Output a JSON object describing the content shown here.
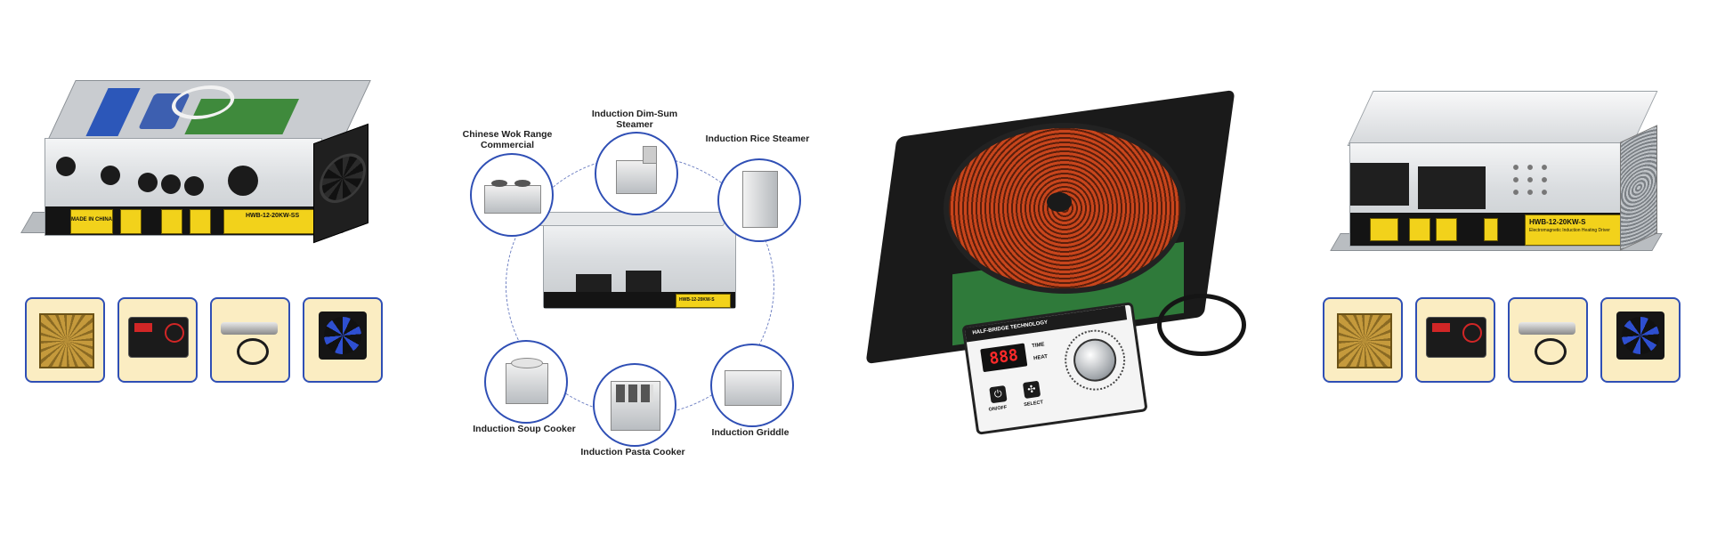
{
  "panel1": {
    "box_labels": {
      "made_in": "MADE IN CHINA",
      "model": "HWB-12-20KW-SS"
    },
    "thumbnails": [
      {
        "icon": "induction-coil-icon"
      },
      {
        "icon": "control-display-icon"
      },
      {
        "icon": "sensor-probe-icon"
      },
      {
        "icon": "cooling-fan-icon"
      }
    ]
  },
  "panel2": {
    "center_model": "HWB-12-20KW-S",
    "applications": [
      {
        "label": "Chinese Wok Range Commercial",
        "icon": "wok-range-icon"
      },
      {
        "label": "Induction Dim-Sum Steamer",
        "icon": "dimsum-steamer-icon"
      },
      {
        "label": "Induction Rice Steamer",
        "icon": "rice-steamer-icon"
      },
      {
        "label": "Induction Soup Cooker",
        "icon": "soup-cooker-icon"
      },
      {
        "label": "Induction Pasta Cooker",
        "icon": "pasta-cooker-icon"
      },
      {
        "label": "Induction Griddle",
        "icon": "griddle-icon"
      }
    ]
  },
  "panel3": {
    "panel_brand": "HALF-BRIDGE TECHNOLOGY",
    "display_value": "888",
    "time_label": "TIME",
    "heat_label": "HEAT",
    "onoff_label": "ON/OFF",
    "select_label": "SELECT",
    "coil_color": "#c8451c"
  },
  "panel4": {
    "model": "HWB-12-20KW-S",
    "subtitle": "Electromagnetic Induction Heating Driver",
    "thumbnails": [
      {
        "icon": "induction-coil-icon"
      },
      {
        "icon": "control-display-icon"
      },
      {
        "icon": "sensor-probe-icon"
      },
      {
        "icon": "cooling-fan-icon"
      }
    ]
  },
  "colors": {
    "accent_blue": "#2f4fb5",
    "thumb_bg": "#fbedc2",
    "label_yellow": "#f2d21b"
  }
}
